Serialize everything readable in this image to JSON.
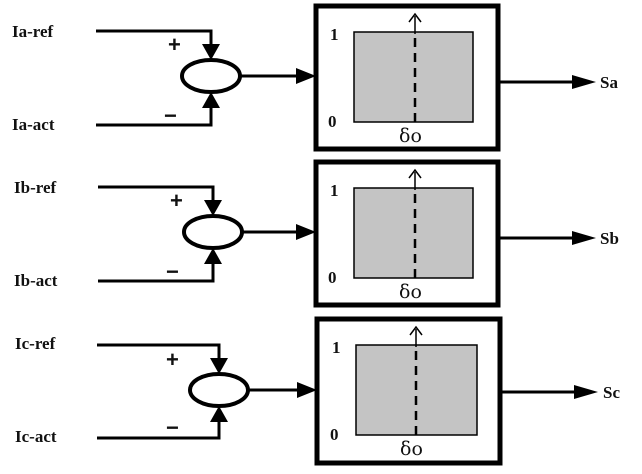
{
  "diagram": {
    "phases": [
      {
        "id": "a",
        "ref_label": "Ia-ref",
        "act_label": "Ia-act",
        "plus_sign": "+",
        "minus_sign": "−",
        "hyst_high": "1",
        "hyst_low": "0",
        "hyst_axis_label": "δo",
        "output_label": "Sa"
      },
      {
        "id": "b",
        "ref_label": "Ib-ref",
        "act_label": "Ib-act",
        "plus_sign": "+",
        "minus_sign": "−",
        "hyst_high": "1",
        "hyst_low": "0",
        "hyst_axis_label": "δo",
        "output_label": "Sb"
      },
      {
        "id": "c",
        "ref_label": "Ic-ref",
        "act_label": "Ic-act",
        "plus_sign": "+",
        "minus_sign": "−",
        "hyst_high": "1",
        "hyst_low": "0",
        "hyst_axis_label": "δo",
        "output_label": "Sc"
      }
    ],
    "colors": {
      "line": "#000000",
      "hysteresis_fill": "#c4c4c4"
    }
  }
}
